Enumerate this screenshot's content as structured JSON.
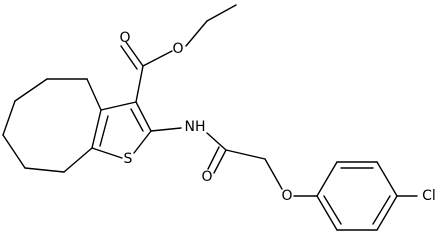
{
  "molecule": {
    "atom_labels": {
      "ester_carbonyl_o": "O",
      "ester_ether_o": "O",
      "amide_nh": "NH",
      "thiophene_s": "S",
      "amide_carbonyl_o": "O",
      "aryl_ether_o": "O",
      "chlorine": "Cl"
    }
  }
}
